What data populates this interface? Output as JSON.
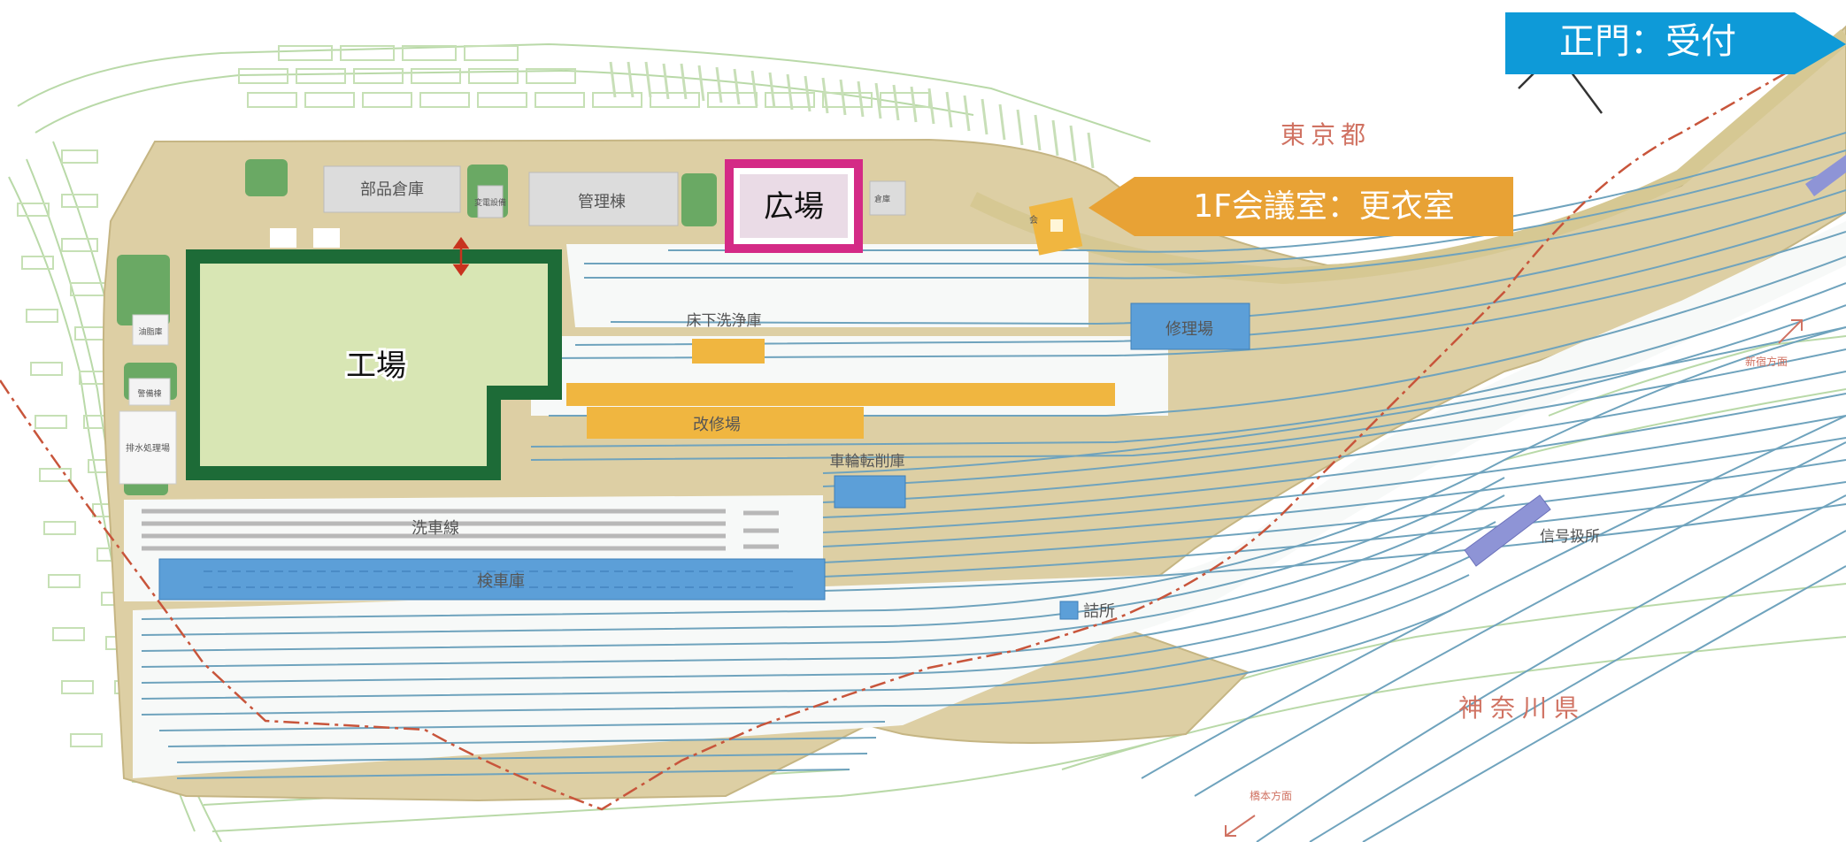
{
  "callouts": {
    "main_gate": "正門：受付",
    "meeting_room": "1F会議室：更衣室",
    "plaza": "広場",
    "factory": "工場"
  },
  "regions": {
    "tokyo": "東京都",
    "kanagawa": "神奈川県"
  },
  "facilities": {
    "parts_warehouse": "部品倉庫",
    "substation": "変電設備",
    "admin_building": "管理棟",
    "small_box": "倉庫",
    "meeting_small": "会",
    "underfloor_wash": "床下洗浄庫",
    "renovation": "改修場",
    "repair": "修理場",
    "wheel_lathe": "車輪転削庫",
    "wash_line": "洗車線",
    "inspection_shed": "検車庫",
    "guard_post": "詰所",
    "signal_post": "信号扱所",
    "oil_store": "油脂庫",
    "security": "警備棟",
    "waste_water": "排水処理場"
  },
  "directions": {
    "shinjuku": "新宿方面",
    "hashimoto": "橋本方面"
  },
  "colors": {
    "ground": "#ddcfa4",
    "track": "#6fa3bd",
    "factory_fill": "#d8e6b4",
    "factory_border": "#1d6b37",
    "plaza_border": "#d42a86",
    "callout_orange": "#e8a235",
    "gate_blue": "#0e9ad8",
    "building_blue": "#5c9fd8",
    "building_grey": "#dcdcdc",
    "green_patch": "#6aa964",
    "boundary_red": "#c8553b"
  }
}
